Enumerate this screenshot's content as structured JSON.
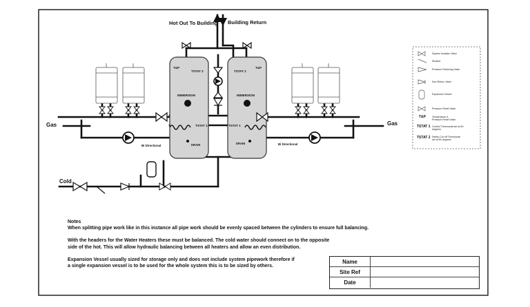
{
  "labels": {
    "hot_out": "Hot Out To Building",
    "building_return": "Building Return",
    "gas_left": "Gas",
    "gas_right": "Gas",
    "cold": "Cold",
    "tp_left": "T&P",
    "tp_right": "T&P",
    "tstat2_left": "TSTAT 2",
    "tstat2_right": "TSTAT 2",
    "immersion_left": "IMMERSION",
    "immersion_right": "IMMERSION",
    "tstat1_left": "TSTAT 1",
    "tstat1_right": "TSTAT 1",
    "drain_left": "DRAIN",
    "drain_right": "DRAIN",
    "bidir_left": "Bi Directional",
    "bidir_right": "Bi Directional"
  },
  "legend": {
    "items": [
      {
        "icon": "isolation-valve-icon",
        "text": "System Isolation Valve"
      },
      {
        "icon": "strainer-icon",
        "text": "Strainer"
      },
      {
        "icon": "pressure-reducing-valve-icon",
        "text": "Pressure Reducing Valve"
      },
      {
        "icon": "non-return-valve-icon",
        "text": "Non Return Valve"
      },
      {
        "icon": "expansion-vessel-icon",
        "text": "Expansion Vessel"
      },
      {
        "icon": "pressure-relief-valve-icon",
        "text": "Pressure Relief Valve"
      }
    ],
    "tp_key": "T&P",
    "tp_text_1": "Temperature &",
    "tp_text_2": "Pressure Relief Valve",
    "tstat1_key": "TSTAT 1",
    "tstat1_text_1": "Control Thermostat set at 60",
    "tstat1_text_2": "degrees",
    "tstat2_key": "TSTAT 2",
    "tstat2_text_1": "Safety Cut off Thermostat",
    "tstat2_text_2": "set at 80 degrees"
  },
  "notes": {
    "heading": "Notes",
    "line1": "When splitting pipe work like in this instance all pipe work should be evenly spaced between the cylinders to ensure full balancing.",
    "line2a": "With the headers for the Water Heaters these must be balanced. The cold water should connect on to the opposite",
    "line2b": "side of the hot. This will allow hydraulic balancing between all heaters and allow an even distribution.",
    "line3a": "Expansion Vessel usually sized for storage only and does not include system pipework therefore if",
    "line3b": "a single expansion vessel is to be used for the whole system this is to be sized by others."
  },
  "title_block": {
    "name": "Name",
    "site_ref": "Site Ref",
    "date": "Date"
  }
}
